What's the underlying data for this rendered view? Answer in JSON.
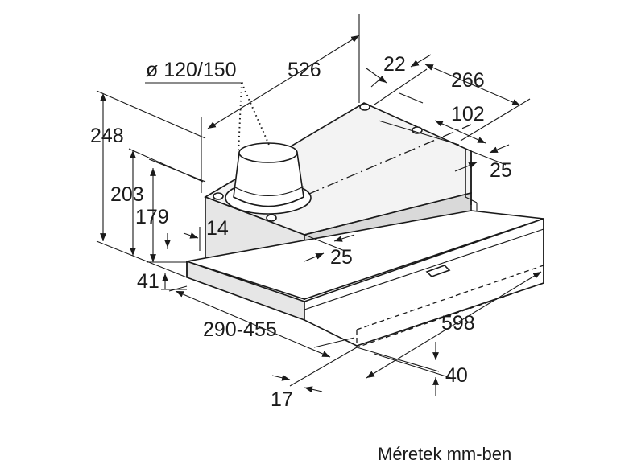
{
  "dimensions": {
    "duct": "ø 120/150",
    "depth": "526",
    "top_offset": "22",
    "top_depth": "266",
    "side_offset_top": "102",
    "side_offset_a": "25",
    "side_offset_b": "25",
    "total_height": "248",
    "height_b": "203",
    "height_c": "179",
    "front_step": "14",
    "drawer_height": "41",
    "extension": "290-455",
    "width": "598",
    "front_offset": "40",
    "front_inset": "17"
  },
  "caption": "Méretek mm-ben"
}
